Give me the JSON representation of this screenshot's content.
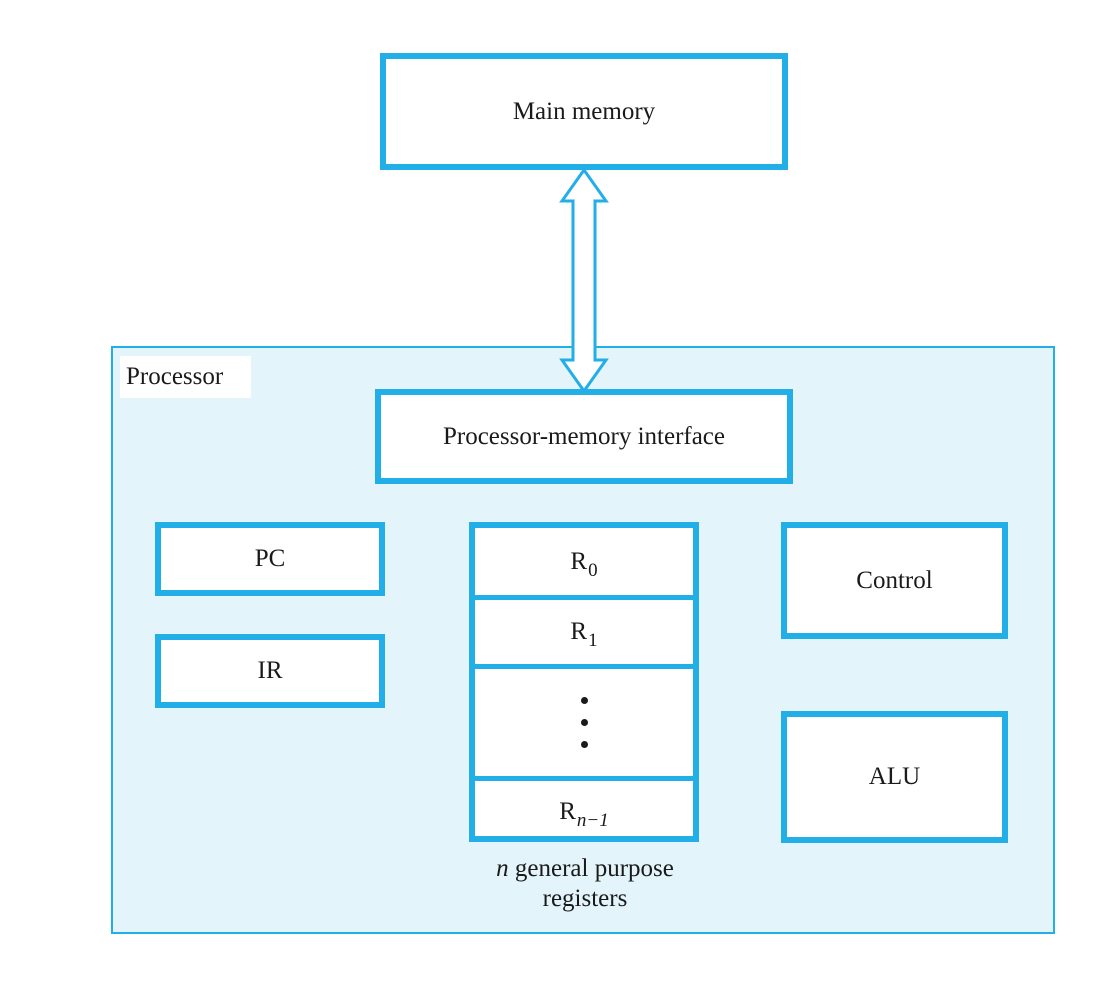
{
  "main_memory": {
    "label": "Main memory"
  },
  "processor": {
    "label": "Processor"
  },
  "interface": {
    "label": "Processor-memory interface"
  },
  "pc": {
    "label": "PC"
  },
  "ir": {
    "label": "IR"
  },
  "control": {
    "label": "Control"
  },
  "alu": {
    "label": "ALU"
  },
  "registers": {
    "r0": {
      "letter": "R",
      "sub": "0"
    },
    "r1": {
      "letter": "R",
      "sub": "1"
    },
    "rn": {
      "letter": "R",
      "sub": "n−1"
    }
  },
  "caption": {
    "n": "n",
    "line1_rest": " general purpose",
    "line2": "registers"
  },
  "colors": {
    "border": "#22aee6",
    "processor_fill": "#e3f4fb"
  }
}
